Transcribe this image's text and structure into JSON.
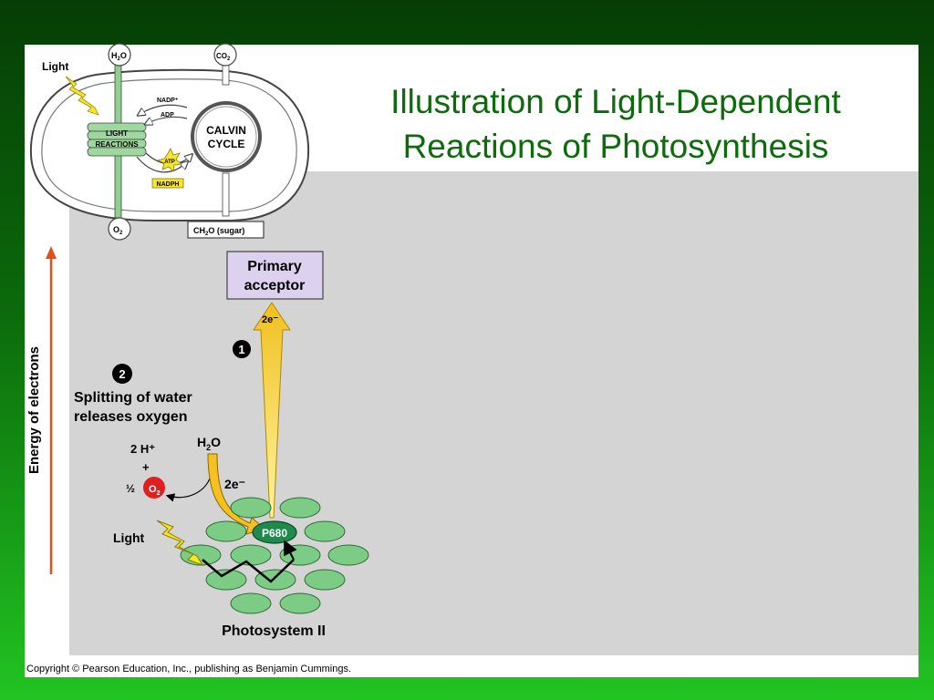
{
  "title": {
    "line1": "Illustration of Light-Dependent",
    "line2": "Reactions of Photosynthesis"
  },
  "copyright": "Copyright © Pearson Education, Inc., publishing as Benjamin Cummings.",
  "overview": {
    "light": "Light",
    "h2o": "H",
    "h2o_sub": "2",
    "h2o_tail": "O",
    "co2": "CO",
    "co2_sub": "2",
    "nadp": "NADP⁺",
    "adp": "ADP",
    "light_reactions_1": "LIGHT",
    "light_reactions_2": "REACTIONS",
    "calvin_1": "CALVIN",
    "calvin_2": "CYCLE",
    "atp": "ATP",
    "nadph": "NADPH",
    "o2": "O",
    "o2_sub": "2",
    "ch2o": "CH",
    "ch2o_sub": "2",
    "ch2o_tail": "O (sugar)"
  },
  "photosystem": {
    "energy_axis": "Energy of electrons",
    "primary_acceptor_1": "Primary",
    "primary_acceptor_2": "acceptor",
    "two_e_top": "2e⁻",
    "step1": "1",
    "step2": "2",
    "step2_text_1": "Splitting of water",
    "step2_text_2": "releases oxygen",
    "two_h": "2 H⁺",
    "plus": "+",
    "half": "½",
    "o2": "O",
    "o2_sub": "2",
    "h2o": "H",
    "h2o_sub": "2",
    "h2o_tail": "O",
    "two_e_mid": "2e⁻",
    "p680": "P680",
    "light": "Light",
    "name": "Photosystem II"
  }
}
